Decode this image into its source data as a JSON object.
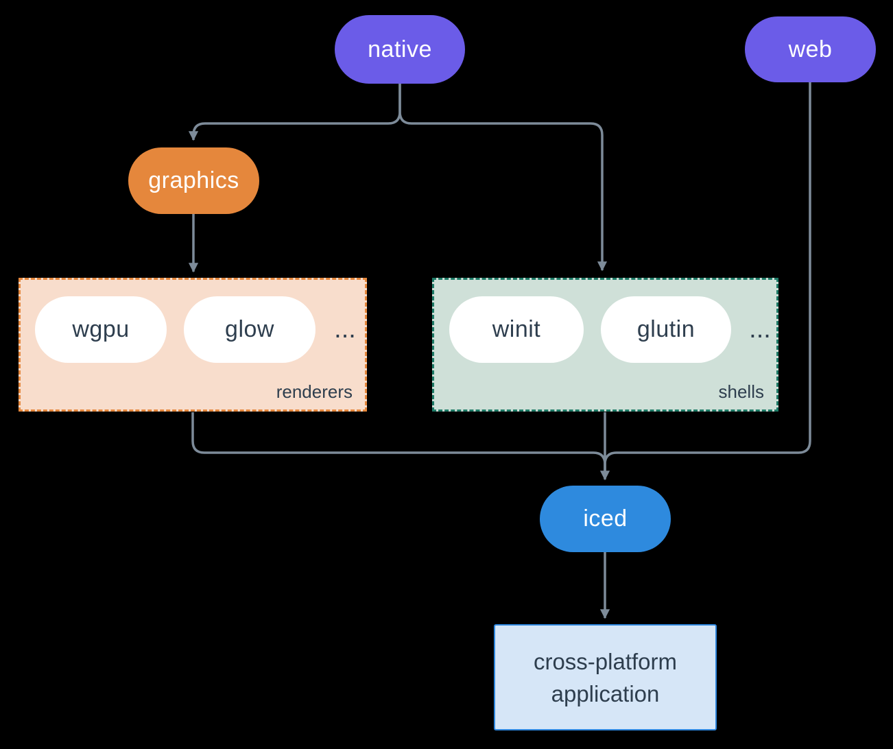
{
  "diagram": {
    "nodes": {
      "native": {
        "label": "native"
      },
      "web": {
        "label": "web"
      },
      "graphics": {
        "label": "graphics"
      },
      "iced": {
        "label": "iced"
      },
      "application": {
        "label_line1": "cross-platform",
        "label_line2": "application"
      }
    },
    "groups": {
      "renderers": {
        "label": "renderers",
        "items": [
          "wgpu",
          "glow"
        ],
        "ellipsis": "..."
      },
      "shells": {
        "label": "shells",
        "items": [
          "winit",
          "glutin"
        ],
        "ellipsis": "..."
      }
    },
    "colors": {
      "background": "#000000",
      "node_purple": "#6b5ce8",
      "node_orange": "#e5873c",
      "node_blue": "#2e8ade",
      "renderers_fill": "#f8ddcc",
      "renderers_border": "#e5873c",
      "shells_fill": "#cfe0d8",
      "shells_border": "#1e7b67",
      "application_fill": "#d6e6f7",
      "application_border": "#2e86de",
      "edge": "#7d8b99",
      "dark_text": "#2e3e4e",
      "pill_text": "#ffffff"
    }
  }
}
